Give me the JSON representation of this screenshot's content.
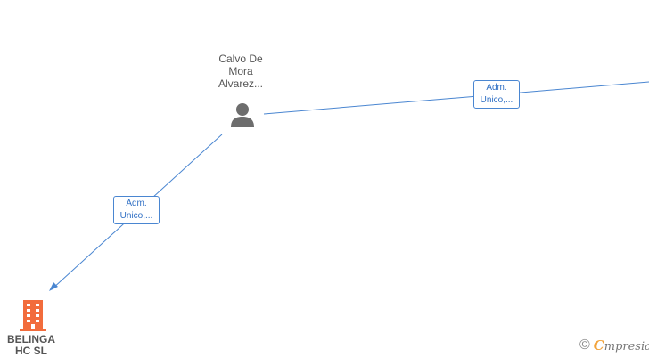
{
  "nodes": {
    "person": {
      "label_lines": [
        "Calvo De",
        "Mora",
        "Alvarez..."
      ],
      "icon": "person-icon"
    },
    "company": {
      "label_lines": [
        "BELINGA",
        "HC  SL"
      ],
      "icon": "building-icon",
      "color": "#f26c3c"
    }
  },
  "edges": [
    {
      "label_lines": [
        "Adm.",
        "Unico,..."
      ]
    },
    {
      "label_lines": [
        "Adm.",
        "Unico,..."
      ]
    }
  ],
  "colors": {
    "edge": "#4a86d1",
    "person_icon": "#6d6d6d"
  },
  "brand": {
    "copyright": "©",
    "initial": "C",
    "name": "mpresia"
  }
}
